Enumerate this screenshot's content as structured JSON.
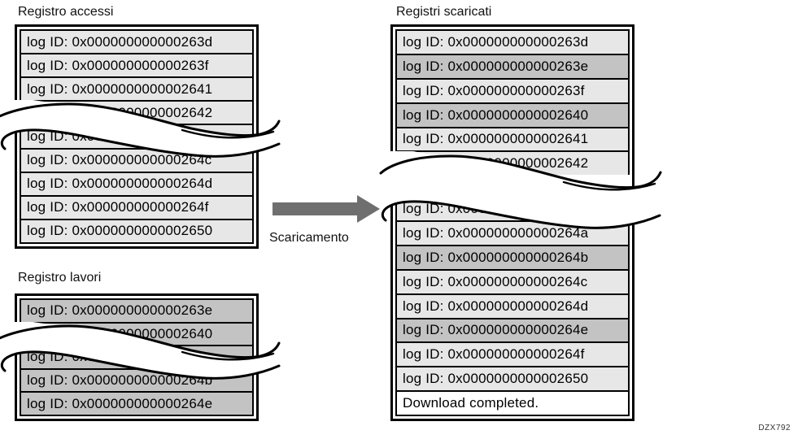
{
  "figure_code": "DZX792",
  "arrow": {
    "label": "Scaricamento"
  },
  "colors": {
    "light": "#e7e7e7",
    "dark": "#c3c3c3",
    "arrow": "#6f6f6f"
  },
  "lists": {
    "accessi": {
      "title": "Registro accessi",
      "rows": [
        {
          "kind": "log",
          "shade": "light",
          "text": "log ID: 0x000000000000263d"
        },
        {
          "kind": "log",
          "shade": "light",
          "text": "log ID: 0x000000000000263f"
        },
        {
          "kind": "log",
          "shade": "light",
          "text": "log ID: 0x0000000000002641"
        },
        {
          "kind": "log",
          "shade": "light",
          "text": "log ID: 0x0000000000002642"
        },
        {
          "kind": "log",
          "shade": "light",
          "text": "log ID: 0x00000"
        },
        {
          "kind": "log",
          "shade": "light",
          "text": "log ID: 0x000000000000264c"
        },
        {
          "kind": "log",
          "shade": "light",
          "text": "log ID: 0x000000000000264d"
        },
        {
          "kind": "log",
          "shade": "light",
          "text": "log ID: 0x000000000000264f"
        },
        {
          "kind": "log",
          "shade": "light",
          "text": "log ID: 0x0000000000002650"
        }
      ]
    },
    "lavori": {
      "title": "Registro lavori",
      "rows": [
        {
          "kind": "log",
          "shade": "dark",
          "text": "log ID: 0x000000000000263e"
        },
        {
          "kind": "log",
          "shade": "dark",
          "text": "log ID: 0x0000000000002640"
        },
        {
          "kind": "log",
          "shade": "dark",
          "text": "log ID: 0x00000"
        },
        {
          "kind": "log",
          "shade": "dark",
          "text": "log ID: 0x000000000000264b"
        },
        {
          "kind": "log",
          "shade": "dark",
          "text": "log ID: 0x000000000000264e"
        }
      ]
    },
    "scaricati": {
      "title": "Registri scaricati",
      "rows": [
        {
          "kind": "log",
          "shade": "light",
          "text": "log ID: 0x000000000000263d"
        },
        {
          "kind": "log",
          "shade": "dark",
          "text": "log ID: 0x000000000000263e"
        },
        {
          "kind": "log",
          "shade": "light",
          "text": "log ID: 0x000000000000263f"
        },
        {
          "kind": "log",
          "shade": "dark",
          "text": "log ID: 0x0000000000002640"
        },
        {
          "kind": "log",
          "shade": "light",
          "text": "log ID: 0x0000000000002641"
        },
        {
          "kind": "log",
          "shade": "light",
          "text": "log ID: 0x0000000000002642"
        },
        {
          "kind": "gap",
          "shade": "",
          "text": ""
        },
        {
          "kind": "log",
          "shade": "light",
          "text": "log ID: 0x00000"
        },
        {
          "kind": "log",
          "shade": "light",
          "text": "log ID: 0x000000000000264a"
        },
        {
          "kind": "log",
          "shade": "dark",
          "text": "log ID: 0x000000000000264b"
        },
        {
          "kind": "log",
          "shade": "light",
          "text": "log ID: 0x000000000000264c"
        },
        {
          "kind": "log",
          "shade": "light",
          "text": "log ID: 0x000000000000264d"
        },
        {
          "kind": "log",
          "shade": "dark",
          "text": "log ID: 0x000000000000264e"
        },
        {
          "kind": "log",
          "shade": "light",
          "text": "log ID: 0x000000000000264f"
        },
        {
          "kind": "log",
          "shade": "light",
          "text": "log ID: 0x0000000000002650"
        },
        {
          "kind": "status",
          "shade": "",
          "text": "Download completed."
        }
      ]
    }
  }
}
